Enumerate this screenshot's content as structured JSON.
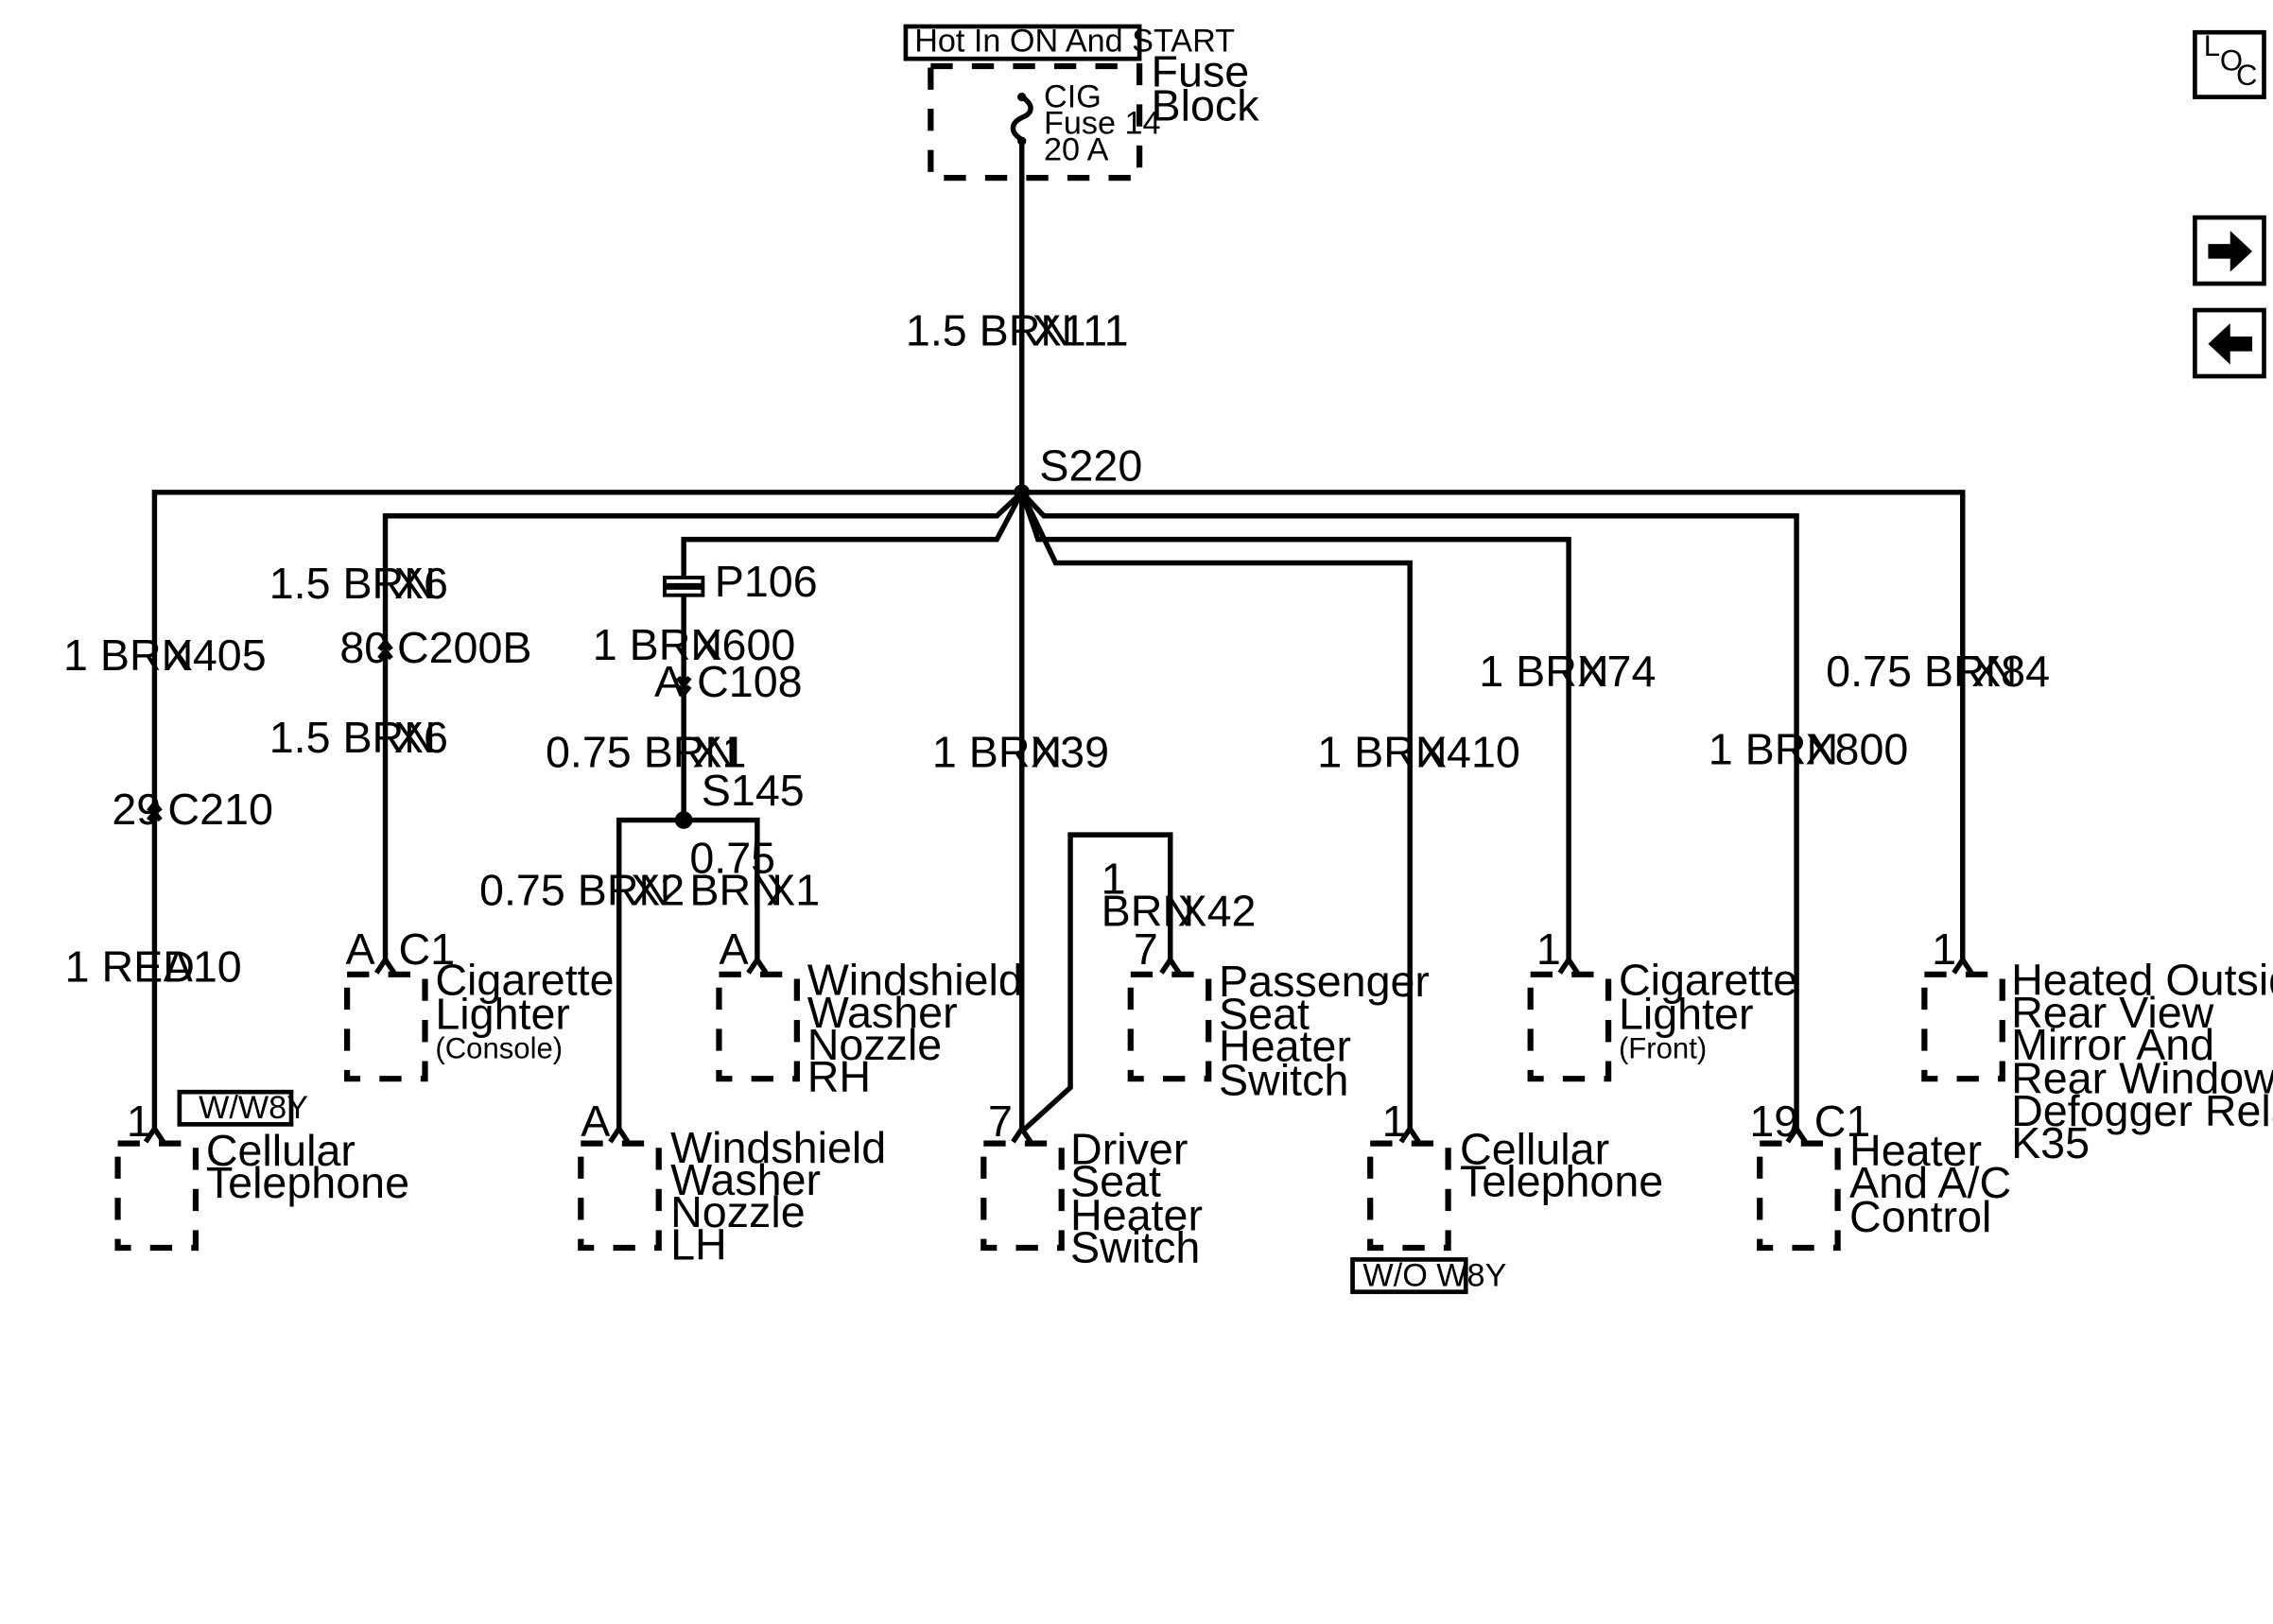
{
  "supply": {
    "hot_label": "Hot In ON And START",
    "fuse_block": [
      "Fuse",
      "Block"
    ],
    "fuse": [
      "CIG",
      "Fuse 14",
      "20 A"
    ]
  },
  "nav": {
    "loc_icon": "loc-icon",
    "next_icon": "arrow-right-icon",
    "prev_icon": "arrow-left-icon"
  },
  "splices": {
    "s220": "S220",
    "s145": "S145",
    "p106": "P106"
  },
  "wires": {
    "main_size_color": "1.5 BRN",
    "main_circuit": "X111",
    "x405_size_color": "1 BRN",
    "x405_circuit": "X405",
    "x6a_size_color": "1.5 BRN",
    "x6a_circuit": "X6",
    "x6b_size_color": "1.5 BRN",
    "x6b_circuit": "X6",
    "x600_size_color": "1 BRN",
    "x600_circuit": "X600",
    "x1a_size_color": "0.75 BRN",
    "x1a_circuit": "X1",
    "x2_size_color": "0.75 BRN",
    "x2_circuit": "X2",
    "x1b_size": "0.75",
    "x1b_color": "BRN",
    "x1b_circuit": "X1",
    "x39_size_color": "1 BRN",
    "x39_circuit": "X39",
    "x42_size": "1",
    "x42_color": "BRN",
    "x42_circuit": "X42",
    "x410_size_color": "1 BRN",
    "x410_circuit": "X410",
    "x74_size_color": "1 BRN",
    "x74_circuit": "X74",
    "x800_size_color": "1 BRN",
    "x800_circuit": "X800",
    "x84_size_color": "0.75 BRN",
    "x84_circuit": "X84",
    "a10_size_color": "1 RED",
    "a10_circuit": "A10"
  },
  "connectors": {
    "c210_pin": "29",
    "c210": "C210",
    "c200b_pin": "80",
    "c200b": "C200B",
    "c108_pin": "A",
    "c108": "C108"
  },
  "components": {
    "cell_left": {
      "pin": "1",
      "name": [
        "Cellular",
        "Telephone"
      ],
      "option": "W/W8Y"
    },
    "lighter_console": {
      "pin": "A",
      "conn": "C1",
      "name": [
        "Cigarette",
        "Lighter"
      ],
      "sub": "(Console)"
    },
    "washer_lh": {
      "pin": "A",
      "name": [
        "Windshield",
        "Washer",
        "Nozzle",
        "LH"
      ]
    },
    "washer_rh": {
      "pin": "A",
      "name": [
        "Windshield",
        "Washer",
        "Nozzle",
        "RH"
      ]
    },
    "driver_seat": {
      "pin": "7",
      "name": [
        "Driver",
        "Seat",
        "Heater",
        "Switch"
      ]
    },
    "pass_seat": {
      "pin": "7",
      "name": [
        "Passenger",
        "Seat",
        "Heater",
        "Switch"
      ]
    },
    "cell_right": {
      "pin": "1",
      "name": [
        "Cellular",
        "Telephone"
      ],
      "option": "W/O W8Y"
    },
    "lighter_front": {
      "pin": "1",
      "name": [
        "Cigarette",
        "Lighter"
      ],
      "sub": "(Front)"
    },
    "heater_ac": {
      "pin": "19",
      "conn": "C1",
      "name": [
        "Heater",
        "And A/C",
        "Control"
      ]
    },
    "defog_relay": {
      "pin": "1",
      "name": [
        "Heated Outside",
        "Rear View",
        "Mirror And",
        "Rear Window",
        "Defogger Relay",
        "K35"
      ]
    }
  }
}
